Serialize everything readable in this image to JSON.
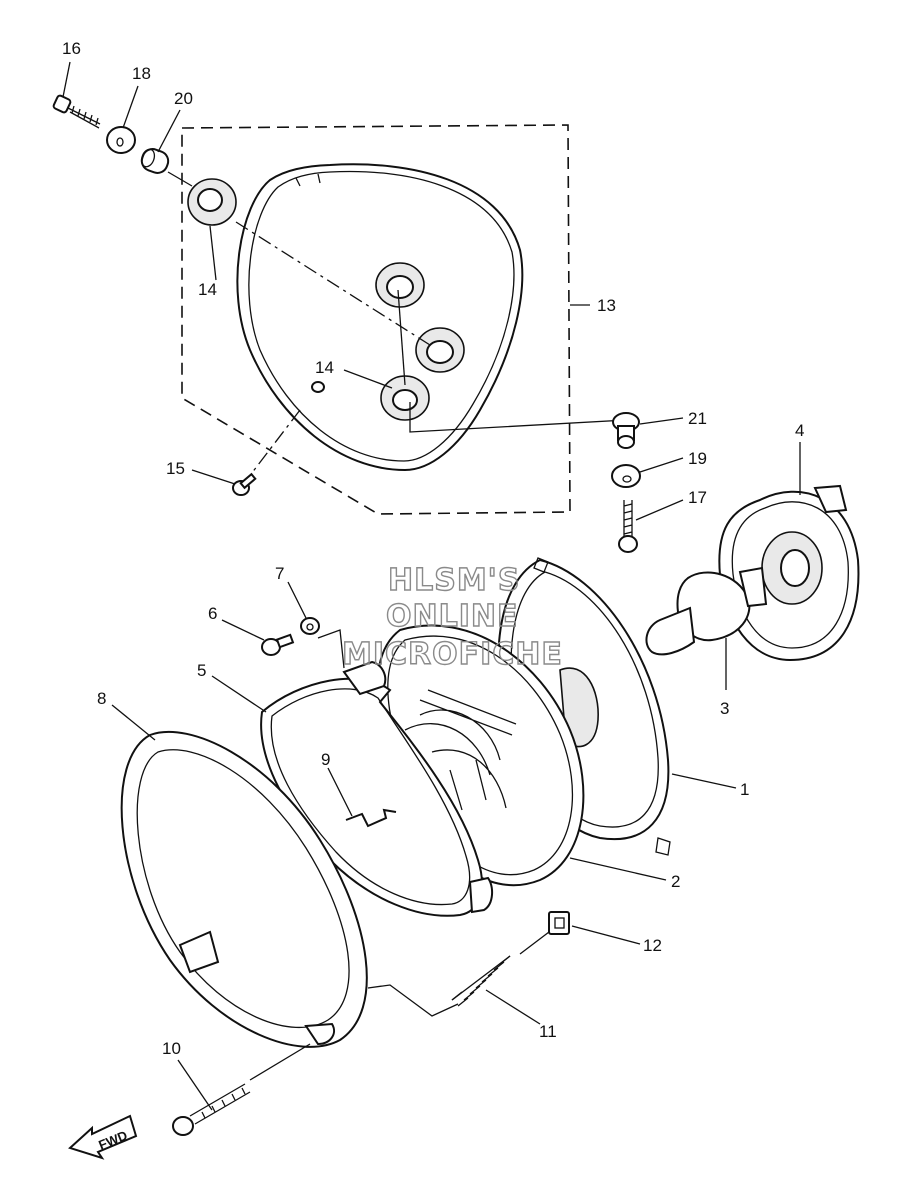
{
  "callouts": {
    "c1": "1",
    "c2": "2",
    "c3": "3",
    "c4": "4",
    "c5": "5",
    "c6": "6",
    "c7": "7",
    "c8": "8",
    "c9": "9",
    "c10": "10",
    "c11": "11",
    "c12": "12",
    "c13": "13",
    "c14a": "14",
    "c14b": "14",
    "c15": "15",
    "c16": "16",
    "c17": "17",
    "c18": "18",
    "c19": "19",
    "c20": "20",
    "c21": "21"
  },
  "watermark": {
    "line1": "HLSM'S",
    "line2": "ONLINE",
    "line3": "MICROFICHE"
  },
  "direction_label": "FWD"
}
